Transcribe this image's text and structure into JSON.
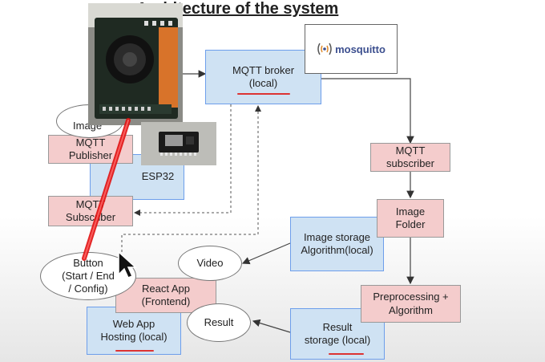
{
  "title": "Architecture of the system",
  "logo": {
    "text": "mosquitto"
  },
  "nodes": {
    "mqtt_broker": "MQTT broker\n(local)",
    "image_ellipse": "Image",
    "mqtt_publisher": "MQTT\nPublisher",
    "esp32": "ESP32",
    "mqtt_subscriber_left": "MQTT\nSubscriber",
    "mqtt_subscriber_right": "MQTT\nsubscriber",
    "image_folder": "Image\nFolder",
    "image_storage": "Image storage\nAlgorithm(local)",
    "video": "Video",
    "button": "Button\n(Start / End\n/ Config)",
    "react_app": "React App\n(Frontend)",
    "result": "Result",
    "web_app": "Web App\nHosting (local)",
    "preprocessing": "Preprocessing +\nAlgorithm",
    "result_storage": "Result\nstorage (local)"
  },
  "colors": {
    "blue_box": "#cfe2f3",
    "pink_box": "#f4cccc",
    "underline": "#dd3333",
    "laser": "#e01010"
  }
}
